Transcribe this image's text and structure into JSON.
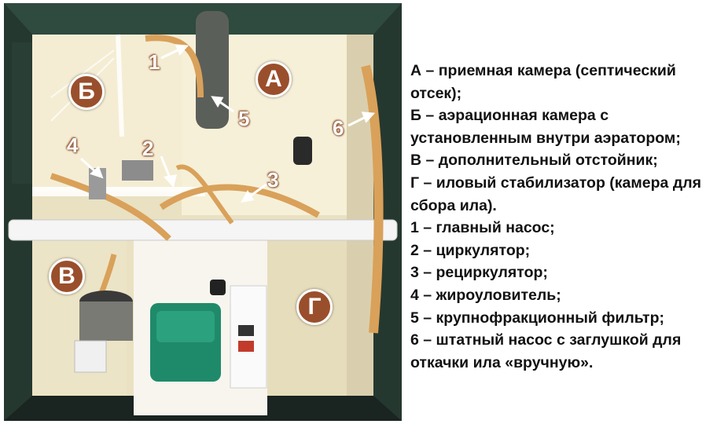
{
  "photo": {
    "markers": {
      "a": "А",
      "b": "Б",
      "v": "В",
      "g": "Г",
      "n1": "1",
      "n2": "2",
      "n3": "3",
      "n4": "4",
      "n5": "5",
      "n6": "6"
    },
    "colors": {
      "marker": "#9a4f2c",
      "arrow": "#ffffff",
      "tank_wall": "#f2ecd2",
      "hose": "#d9a15a",
      "pump": "#1f8a6a"
    }
  },
  "legend": {
    "items": [
      "А – приемная камера (септический отсек);",
      "Б – аэрационная камера с установленным внутри аэратором;",
      "В – дополнительный отстойник;",
      "Г – иловый стабилизатор (камера для сбора ила).",
      "1 – главный насос;",
      "2 – циркулятор;",
      "3 – рециркулятор;",
      "4 – жироуловитель;",
      "5 – крупнофракционный фильтр;",
      "6 – штатный насос с заглушкой для откачки ила «вручную»."
    ]
  }
}
